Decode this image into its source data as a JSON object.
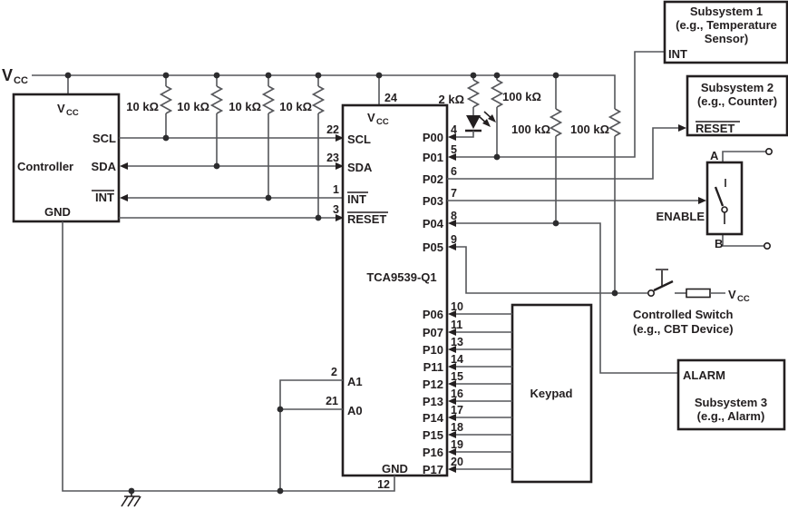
{
  "power": {
    "vcc": "V",
    "vcc_sub": "CC"
  },
  "controller": {
    "title": "Controller",
    "vcc": "V",
    "vcc_sub": "CC",
    "scl": "SCL",
    "sda": "SDA",
    "int": "INT",
    "gnd": "GND"
  },
  "i2c_pullups": [
    {
      "value": "10 kΩ"
    },
    {
      "value": "10 kΩ"
    },
    {
      "value": "10 kΩ"
    },
    {
      "value": "10 kΩ"
    }
  ],
  "expander": {
    "part": "TCA9539-Q1",
    "vcc": "V",
    "vcc_sub": "CC",
    "vcc_num": "24",
    "gnd": "GND",
    "gnd_num": "12",
    "scl": "SCL",
    "scl_num": "22",
    "sda": "SDA",
    "sda_num": "23",
    "int": "INT",
    "int_num": "1",
    "reset": "RESET",
    "reset_num": "3",
    "a1": "A1",
    "a1_num": "2",
    "a0": "A0",
    "a0_num": "21",
    "right_pins": [
      {
        "name": "P00",
        "num": "4"
      },
      {
        "name": "P01",
        "num": "5"
      },
      {
        "name": "P02",
        "num": "6"
      },
      {
        "name": "P03",
        "num": "7"
      },
      {
        "name": "P04",
        "num": "8"
      },
      {
        "name": "P05",
        "num": "9"
      },
      {
        "name": "P06",
        "num": "10"
      },
      {
        "name": "P07",
        "num": "11"
      },
      {
        "name": "P10",
        "num": "13"
      },
      {
        "name": "P11",
        "num": "14"
      },
      {
        "name": "P12",
        "num": "15"
      },
      {
        "name": "P13",
        "num": "16"
      },
      {
        "name": "P14",
        "num": "17"
      },
      {
        "name": "P15",
        "num": "18"
      },
      {
        "name": "P16",
        "num": "19"
      },
      {
        "name": "P17",
        "num": "20"
      }
    ]
  },
  "resistors": {
    "led_series": "2 kΩ",
    "pullup_p01": "100 kΩ",
    "pullup_p04": "100 kΩ",
    "pullup_p05": "100 kΩ"
  },
  "subsystem1": {
    "title": "Subsystem 1",
    "subtitle_line1": "(e.g., Temperature",
    "subtitle_line2": "Sensor)",
    "pin": "INT"
  },
  "subsystem2": {
    "title": "Subsystem 2",
    "subtitle": "(e.g., Counter)",
    "pin": "RESET"
  },
  "subsystem3": {
    "title": "Subsystem 3",
    "subtitle": "(e.g., Alarm)",
    "pin": "ALARM"
  },
  "enable_switch": {
    "label": "ENABLE",
    "terminal_a": "A",
    "terminal_b": "B"
  },
  "controlled_switch": {
    "caption_line1": "Controlled Switch",
    "caption_line2": "(e.g., CBT Device)",
    "vcc": "V",
    "vcc_sub": "CC"
  },
  "keypad": {
    "title": "Keypad"
  }
}
